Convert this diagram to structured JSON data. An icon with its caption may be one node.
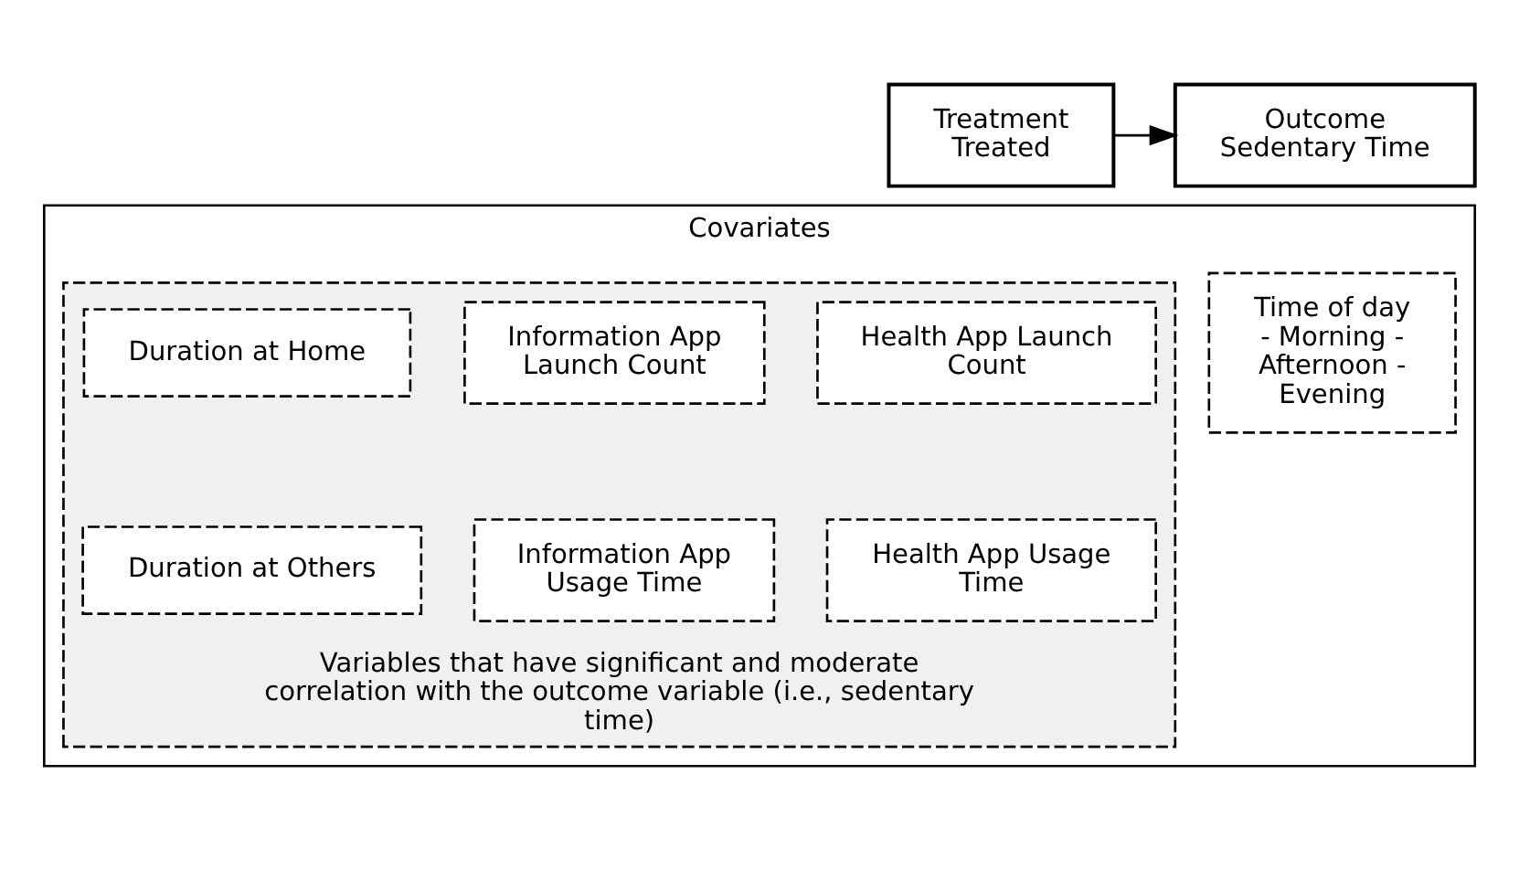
{
  "diagram": {
    "nodes": [
      {
        "text": [
          "Treatment",
          "Treated"
        ]
      },
      {
        "text": [
          "Outcome",
          "Sedentary Time"
        ]
      },
      {
        "text": [
          "Covariates"
        ]
      },
      {
        "text": [
          "Variables that have significant and moderate correlation with the outcome variable (i.e., sedentary time)"
        ],
        "in": 2
      },
      {
        "text": [
          "Health App Launch Count"
        ],
        "in": 3
      },
      {
        "text": [
          "Information App Launch Count"
        ],
        "in": 3
      },
      {
        "text": [
          "Duration at Home"
        ],
        "in": 3
      },
      {
        "text": [
          "Health App Usage Time"
        ],
        "in": 3
      },
      {
        "text": [
          "Information App Usage Time"
        ],
        "in": 3
      },
      {
        "text": [
          "Duration at Others"
        ],
        "in": 3
      },
      {
        "text": [
          "Time of day - Morning - Afternoon - Evening"
        ],
        "in": 2
      }
    ],
    "edges": [
      {
        "from": 0,
        "to": 1,
        "arrow": "to"
      }
    ]
  }
}
